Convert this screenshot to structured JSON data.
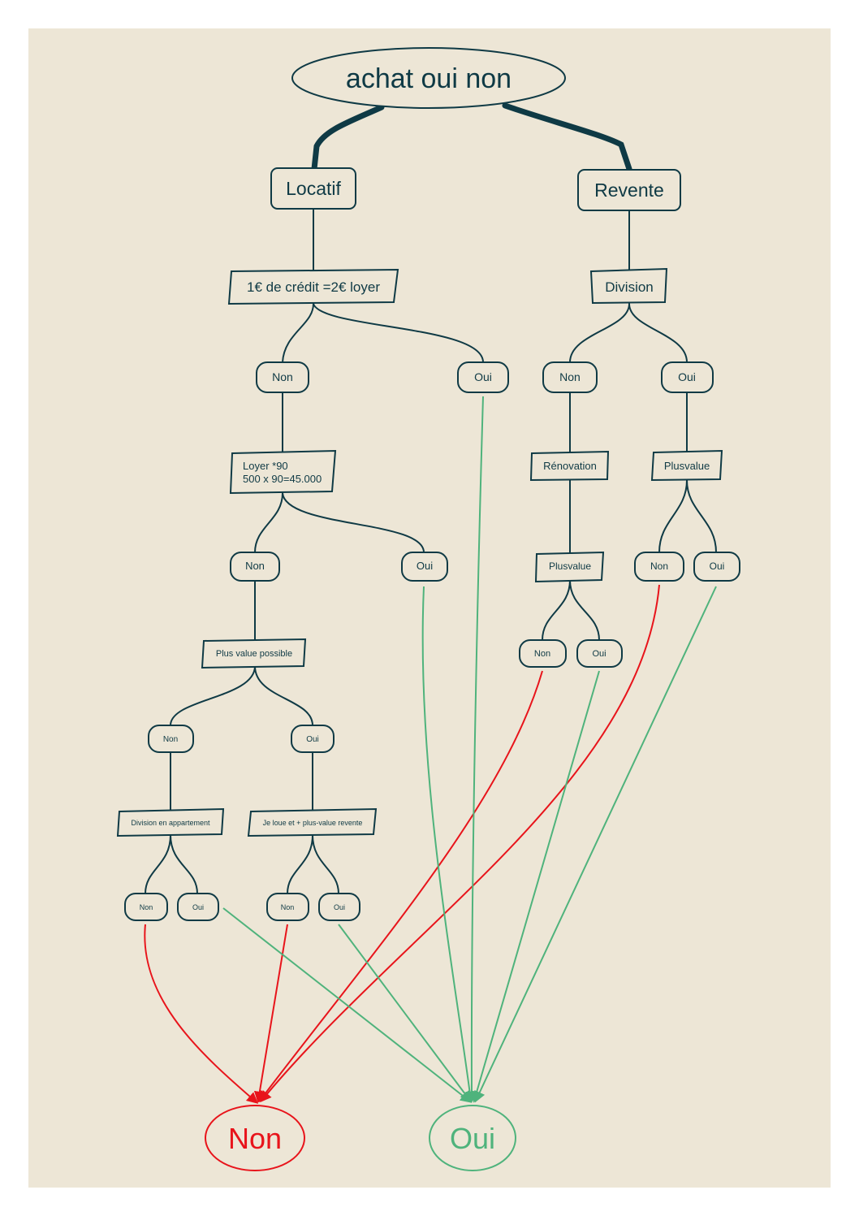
{
  "colors": {
    "background": "#ede6d6",
    "ink": "#0f3a45",
    "no": "#e8141b",
    "yes": "#4fb37c"
  },
  "nodes": {
    "root": "achat oui non",
    "locatif": "Locatif",
    "revente": "Revente",
    "credit": "1€ de crédit =2€ loyer",
    "division": "Division",
    "credit_non": "Non",
    "credit_oui": "Oui",
    "division_non": "Non",
    "division_oui": "Oui",
    "loyer_line1": "Loyer *90",
    "loyer_line2": "500 x 90=45.000",
    "renovation": "Rénovation",
    "plusvalue_div": "Plusvalue",
    "loyer_non": "Non",
    "loyer_oui": "Oui",
    "plusvalue_reno": "Plusvalue",
    "plusvalue_div_non": "Non",
    "plusvalue_div_oui": "Oui",
    "plus_value_possible": "Plus value possible",
    "plusvalue_reno_non": "Non",
    "plusvalue_reno_oui": "Oui",
    "pvp_non": "Non",
    "pvp_oui": "Oui",
    "division_appartement": "Division en appartement",
    "je_loue": "Je loue et + plus-value revente",
    "div_app_non": "Non",
    "div_app_oui": "Oui",
    "je_loue_non": "Non",
    "je_loue_oui": "Oui",
    "final_non": "Non",
    "final_oui": "Oui"
  }
}
